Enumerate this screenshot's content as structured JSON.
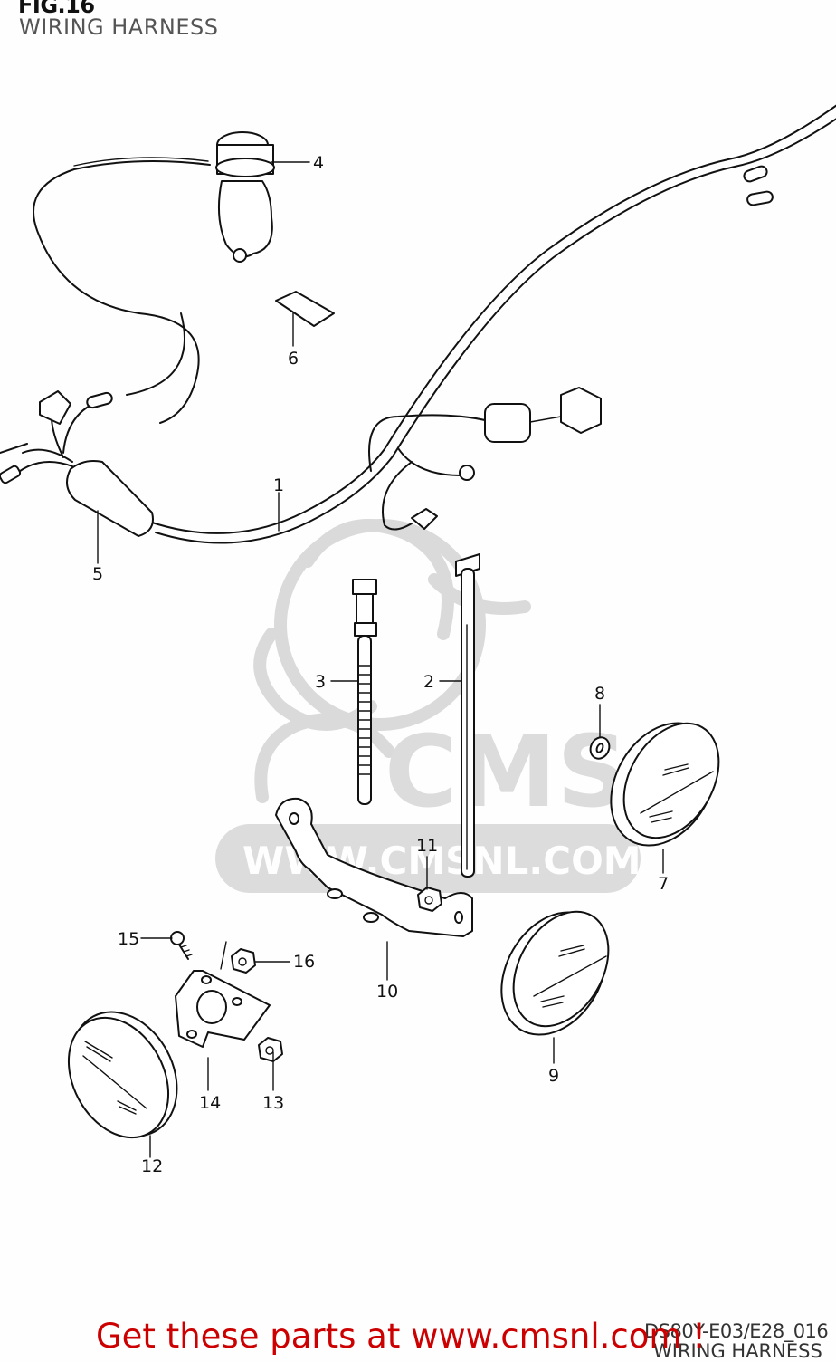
{
  "header": {
    "figure_number": "FIG.16",
    "title": "WIRING HARNESS"
  },
  "watermark": {
    "logo_text": "CMS",
    "url_text": "WWW.CMSNL.COM",
    "color": "#d9d9d9"
  },
  "callouts": [
    {
      "id": "1",
      "label": "1",
      "part": "wiring-harness"
    },
    {
      "id": "2",
      "label": "2",
      "part": "cable-tie-long"
    },
    {
      "id": "3",
      "label": "3",
      "part": "cable-tie-short"
    },
    {
      "id": "4",
      "label": "4",
      "part": "switch"
    },
    {
      "id": "5",
      "label": "5",
      "part": "sleeve"
    },
    {
      "id": "6",
      "label": "6",
      "part": "label"
    },
    {
      "id": "7",
      "label": "7",
      "part": "lamp-cover"
    },
    {
      "id": "8",
      "label": "8",
      "part": "washer"
    },
    {
      "id": "9",
      "label": "9",
      "part": "lamp-cover"
    },
    {
      "id": "10",
      "label": "10",
      "part": "bracket"
    },
    {
      "id": "11",
      "label": "11",
      "part": "nut"
    },
    {
      "id": "12",
      "label": "12",
      "part": "lamp-cover"
    },
    {
      "id": "13",
      "label": "13",
      "part": "nut"
    },
    {
      "id": "14",
      "label": "14",
      "part": "bracket-small"
    },
    {
      "id": "15",
      "label": "15",
      "part": "screw"
    },
    {
      "id": "16",
      "label": "16",
      "part": "nut"
    }
  ],
  "footer": {
    "promo_text": "Get these parts at www.cmsnl.com !",
    "promo_color": "#cc0000",
    "reference_code": "DS80Y-E03/E28_016",
    "reference_title": "WIRING HARNESS"
  }
}
